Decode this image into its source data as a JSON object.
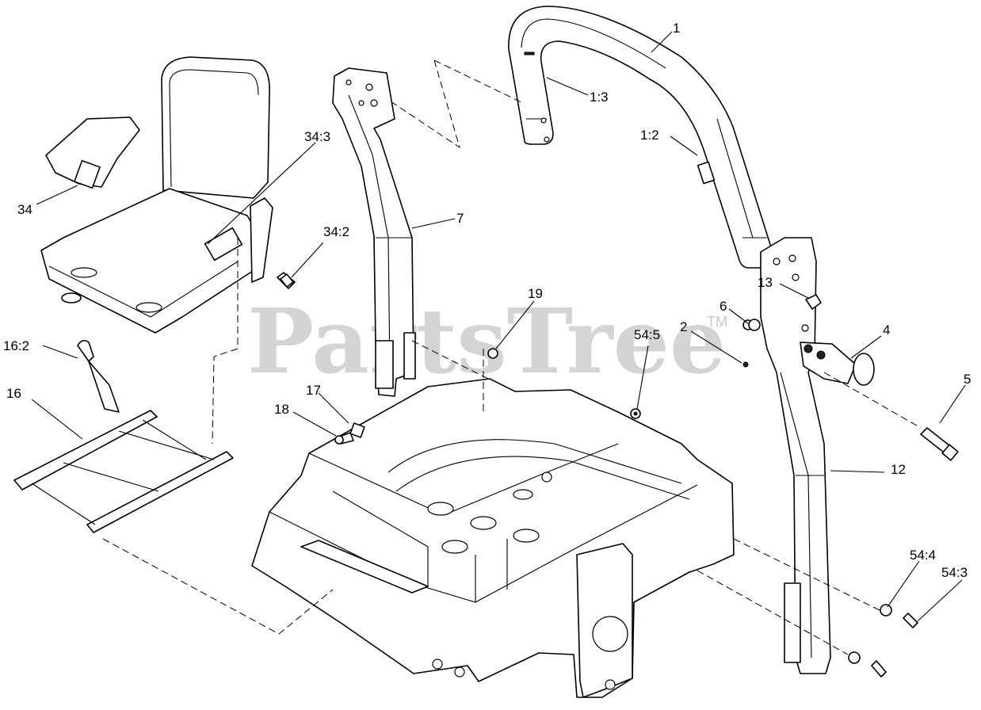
{
  "watermark": {
    "brand": "PartsTree",
    "trademark": "TM"
  },
  "callouts": {
    "c1": "1",
    "c1_3": "1:3",
    "c1_2": "1:2",
    "c2": "2",
    "c4": "4",
    "c5": "5",
    "c6": "6",
    "c7": "7",
    "c12": "12",
    "c13": "13",
    "c16": "16",
    "c16_2": "16:2",
    "c17": "17",
    "c18": "18",
    "c19": "19",
    "c34": "34",
    "c34_2": "34:2",
    "c34_3": "34:3",
    "c54_3": "54:3",
    "c54_4": "54:4",
    "c54_5": "54:5"
  }
}
